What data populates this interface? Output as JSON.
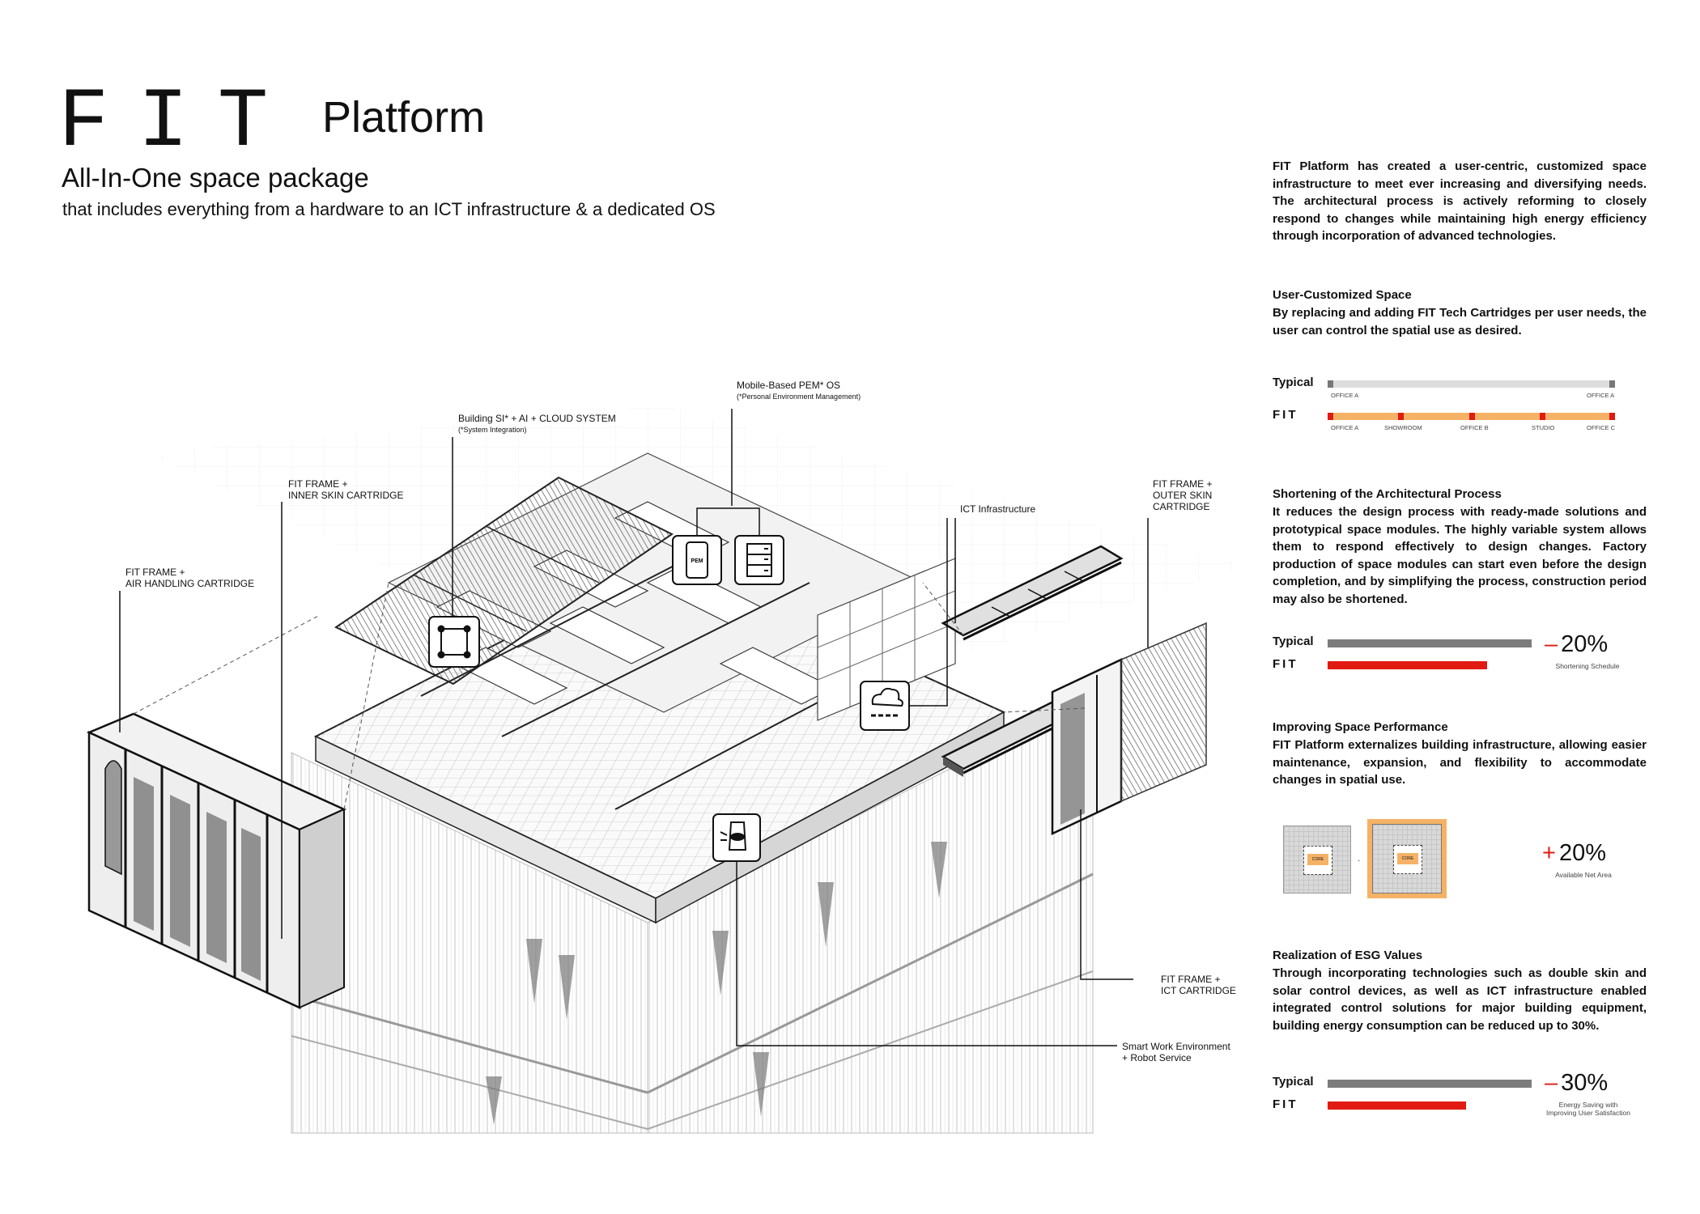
{
  "header": {
    "logo": "FIT",
    "platform": "Platform",
    "subtitle": "All-In-One space package",
    "description": "that includes everything from a hardware to an ICT infrastructure & a dedicated OS"
  },
  "intro": "FIT Platform has created a user-centric, customized space infrastructure to meet ever increasing and diversifying needs. The architectural process is actively reforming to closely respond to changes while maintaining high energy efficiency through incorporation of advanced technologies.",
  "sections": {
    "customized": {
      "title": "User-Customized Space",
      "body": "By replacing and adding FIT Tech Cartridges per user needs, the user can control the spatial use as desired."
    },
    "process": {
      "title": "Shortening of the Architectural Process",
      "body": "It reduces the design process with ready-made solutions and prototypical space modules. The highly variable system allows them to respond effectively to design changes. Factory production of space modules can start even before the design completion, and by simplifying the process, construction period may also be shortened."
    },
    "performance": {
      "title": "Improving Space Performance",
      "body": "FIT Platform externalizes building infrastructure, allowing easier maintenance, expansion, and flexibility to accommodate changes in spatial use."
    },
    "esg": {
      "title": "Realization of ESG Values",
      "body": "Through incorporating technologies such as double skin and solar control devices, as well as ICT infrastructure enabled integrated control solutions for major building equipment, building energy consumption can be reduced up to 30%."
    }
  },
  "space_bar": {
    "typical_label": "Typical",
    "fit_label": "FIT",
    "typical_rooms": [
      "OFFICE A",
      "OFFICE A"
    ],
    "fit_rooms": [
      "OFFICE A",
      "SHOWROOM",
      "OFFICE B",
      "STUDIO",
      "OFFICE C"
    ]
  },
  "schedule_bar": {
    "typical_label": "Typical",
    "fit_label": "FIT",
    "typical_value": 1.0,
    "fit_value": 0.78,
    "stat_sign": "–",
    "stat_value": "20%",
    "note": "Shortening Schedule"
  },
  "area_compare": {
    "core_label": "CORE",
    "stat_sign": "+",
    "stat_value": "20%",
    "note": "Available Net Area"
  },
  "energy_bar": {
    "typical_label": "Typical",
    "fit_label": "FIT",
    "typical_value": 1.0,
    "fit_value": 0.68,
    "stat_sign": "–",
    "stat_value": "30%",
    "note_line1": "Energy Saving with",
    "note_line2": "Improving User Satisfaction"
  },
  "callouts": {
    "pem_title": "Mobile-Based PEM* OS",
    "pem_sub": "(*Personal Environment Management)",
    "si_title": "Building SI* + AI + CLOUD SYSTEM",
    "si_sub": "(*System Integration)",
    "inner_l1": "FIT FRAME +",
    "inner_l2": "INNER SKIN CARTRIDGE",
    "air_l1": "FIT FRAME +",
    "air_l2": "AIR HANDLING CARTRIDGE",
    "ict": "ICT Infrastructure",
    "outer_l1": "FIT FRAME +",
    "outer_l2": "OUTER SKIN",
    "outer_l3": "CARTRIDGE",
    "ictc_l1": "FIT FRAME +",
    "ictc_l2": "ICT CARTRIDGE",
    "smart_l1": "Smart Work Environment",
    "smart_l2": "+ Robot Service",
    "pem_icon_text": "PEM"
  },
  "colors": {
    "accent_red": "#e11a12",
    "orange": "#f5b266",
    "typical_grey": "#7c7c7c",
    "light_grey": "#dddddd"
  }
}
